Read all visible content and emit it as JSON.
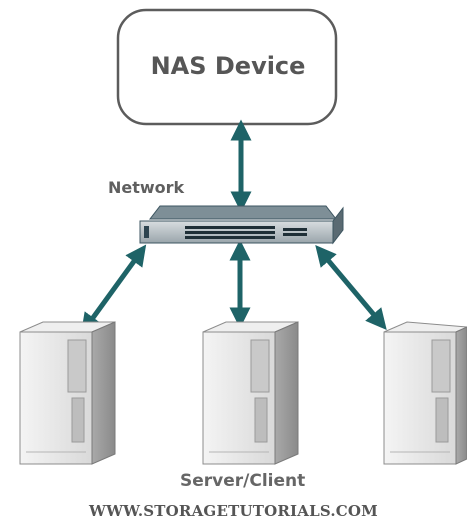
{
  "nas": {
    "label": "NAS Device"
  },
  "network": {
    "label": "Network",
    "icon": "network-switch-icon"
  },
  "servers": {
    "label": "Server/Client",
    "count": 3,
    "icon": "server-tower-icon"
  },
  "footer": {
    "text": "WWW.STORAGETUTORIALS.COM"
  },
  "colors": {
    "arrow": "#1e6367",
    "box_border": "#5c5c5c",
    "switch_body": "#3c5560",
    "server_body": "#e6e6e6"
  }
}
